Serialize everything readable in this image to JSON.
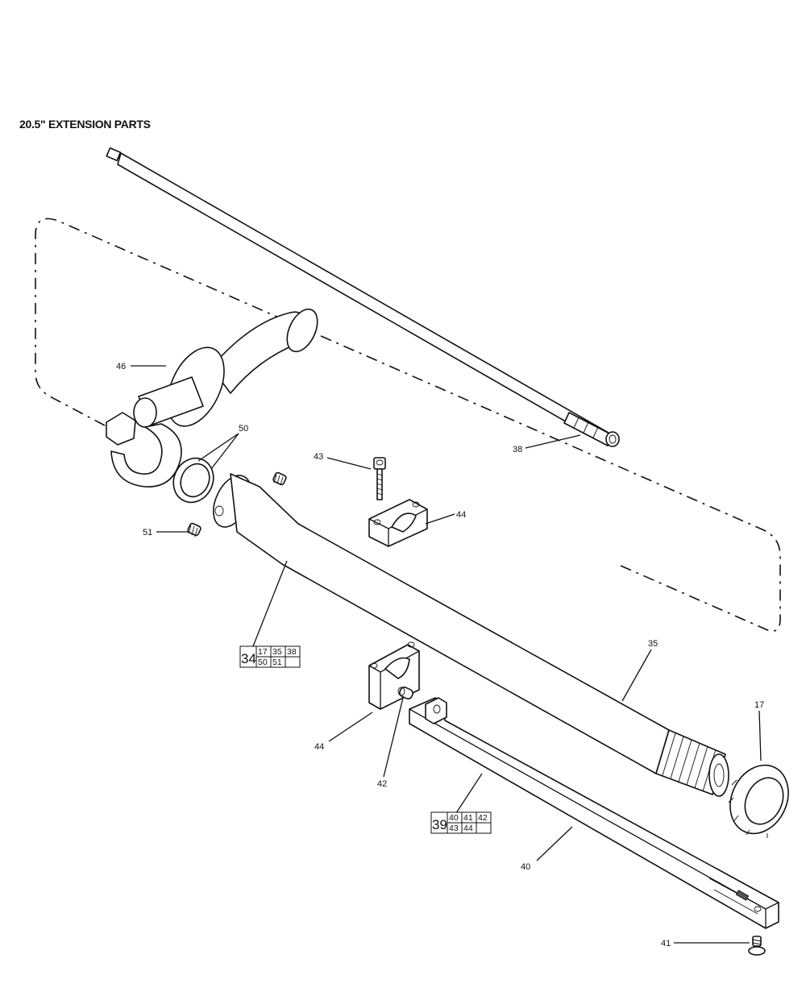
{
  "title": "20.5\" EXTENSION PARTS",
  "callouts": {
    "c46": "46",
    "c50": "50",
    "c43": "43",
    "c44a": "44",
    "c38": "38",
    "c51": "51",
    "c35": "35",
    "c17": "17",
    "c44b": "44",
    "c42": "42",
    "c40": "40",
    "c41": "41"
  },
  "kits": {
    "kit34": {
      "main": "34",
      "parts": [
        "17",
        "35",
        "38",
        "50",
        "51",
        ""
      ]
    },
    "kit39": {
      "main": "39",
      "parts": [
        "40",
        "41",
        "42",
        "43",
        "44",
        ""
      ]
    }
  }
}
